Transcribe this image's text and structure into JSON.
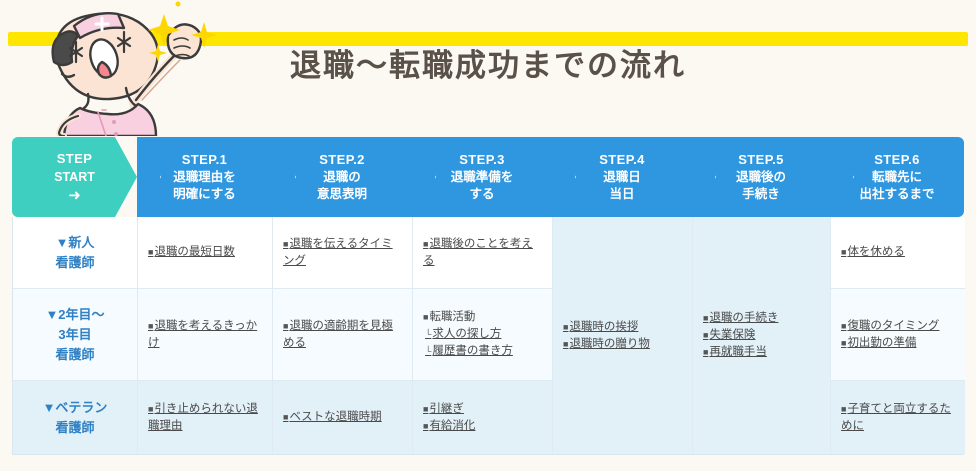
{
  "header": {
    "title": "退職〜転職成功までの流れ",
    "band_color": "#ffe600",
    "mascot_name": "nurse-mascot-illustration"
  },
  "steps": [
    {
      "num": "STEP",
      "lines": [
        "START"
      ],
      "arrow": "➜",
      "color": "#3ecfc0",
      "kind": "start"
    },
    {
      "num": "STEP.1",
      "lines": [
        "退職理由を",
        "明確にする"
      ],
      "color": "#2f97e0",
      "kind": "blue"
    },
    {
      "num": "STEP.2",
      "lines": [
        "退職の",
        "意思表明"
      ],
      "color": "#2f97e0",
      "kind": "blue"
    },
    {
      "num": "STEP.3",
      "lines": [
        "退職準備を",
        "する"
      ],
      "color": "#2f97e0",
      "kind": "blue"
    },
    {
      "num": "STEP.4",
      "lines": [
        "退職日",
        "当日"
      ],
      "color": "#2f97e0",
      "kind": "blue"
    },
    {
      "num": "STEP.5",
      "lines": [
        "退職後の",
        "手続き"
      ],
      "color": "#2f97e0",
      "kind": "blue"
    },
    {
      "num": "STEP.6",
      "lines": [
        "転職先に",
        "出社するまで"
      ],
      "color": "#2f97e0",
      "kind": "blue"
    }
  ],
  "rows": [
    {
      "label_lines": [
        "▼新人",
        "看護師"
      ],
      "tone": "white"
    },
    {
      "label_lines": [
        "▼2年目〜",
        "3年目",
        "看護師"
      ],
      "tone": "pale"
    },
    {
      "label_lines": [
        "▼ベテラン",
        "看護師"
      ],
      "tone": "blue"
    }
  ],
  "cells": {
    "r0s1": [
      {
        "bullet": "■",
        "text": "退職の最短日数",
        "link": true
      }
    ],
    "r0s2": [
      {
        "bullet": "■",
        "text": "退職を伝えるタイミング",
        "link": true
      }
    ],
    "r0s3": [
      {
        "bullet": "■",
        "text": "退職後のことを考える",
        "link": true
      }
    ],
    "r0s6": [
      {
        "bullet": "■",
        "text": "体を休める",
        "link": true
      }
    ],
    "r1s1": [
      {
        "bullet": "■",
        "text": "退職を考えるきっかけ",
        "link": true
      }
    ],
    "r1s2": [
      {
        "bullet": "■",
        "text": "退職の適齢期を見極める",
        "link": true
      }
    ],
    "r1s3": [
      {
        "bullet": "■",
        "text": "転職活動",
        "link": false
      },
      {
        "bullet": "└",
        "text": "求人の探し方",
        "link": true
      },
      {
        "bullet": "└",
        "text": "履歴書の書き方",
        "link": true
      }
    ],
    "r1s6": [
      {
        "bullet": "■",
        "text": "復職のタイミング",
        "link": true
      },
      {
        "bullet": "■",
        "text": "初出勤の準備",
        "link": true
      }
    ],
    "r2s1": [
      {
        "bullet": "■",
        "text": "引き止められない退職理由",
        "link": true
      }
    ],
    "r2s2": [
      {
        "bullet": "■",
        "text": "ベストな退職時期",
        "link": true
      }
    ],
    "r2s3": [
      {
        "bullet": "■",
        "text": "引継ぎ",
        "link": true
      },
      {
        "bullet": "■",
        "text": "有給消化",
        "link": true
      }
    ],
    "r2s6": [],
    "r2s6b": [
      {
        "bullet": "■",
        "text": "子育てと両立するために",
        "link": true
      }
    ],
    "merged_s4": [
      {
        "bullet": "■",
        "text": "退職時の挨拶",
        "link": true
      },
      {
        "bullet": "■",
        "text": "退職時の贈り物",
        "link": true
      }
    ],
    "merged_s5": [
      {
        "bullet": "■",
        "text": "退職の手続き",
        "link": true
      },
      {
        "bullet": "■",
        "text": "失業保険",
        "link": true
      },
      {
        "bullet": "■",
        "text": "再就職手当",
        "link": true
      }
    ]
  },
  "colors": {
    "start_teal": "#3ecfc0",
    "step_blue": "#2f97e0",
    "band_yellow": "#ffe600",
    "page_bg": "#fbf9f2",
    "cell_blue": "#e2f0f8",
    "label_blue": "#2f80c4",
    "title_text": "#5a5149"
  }
}
